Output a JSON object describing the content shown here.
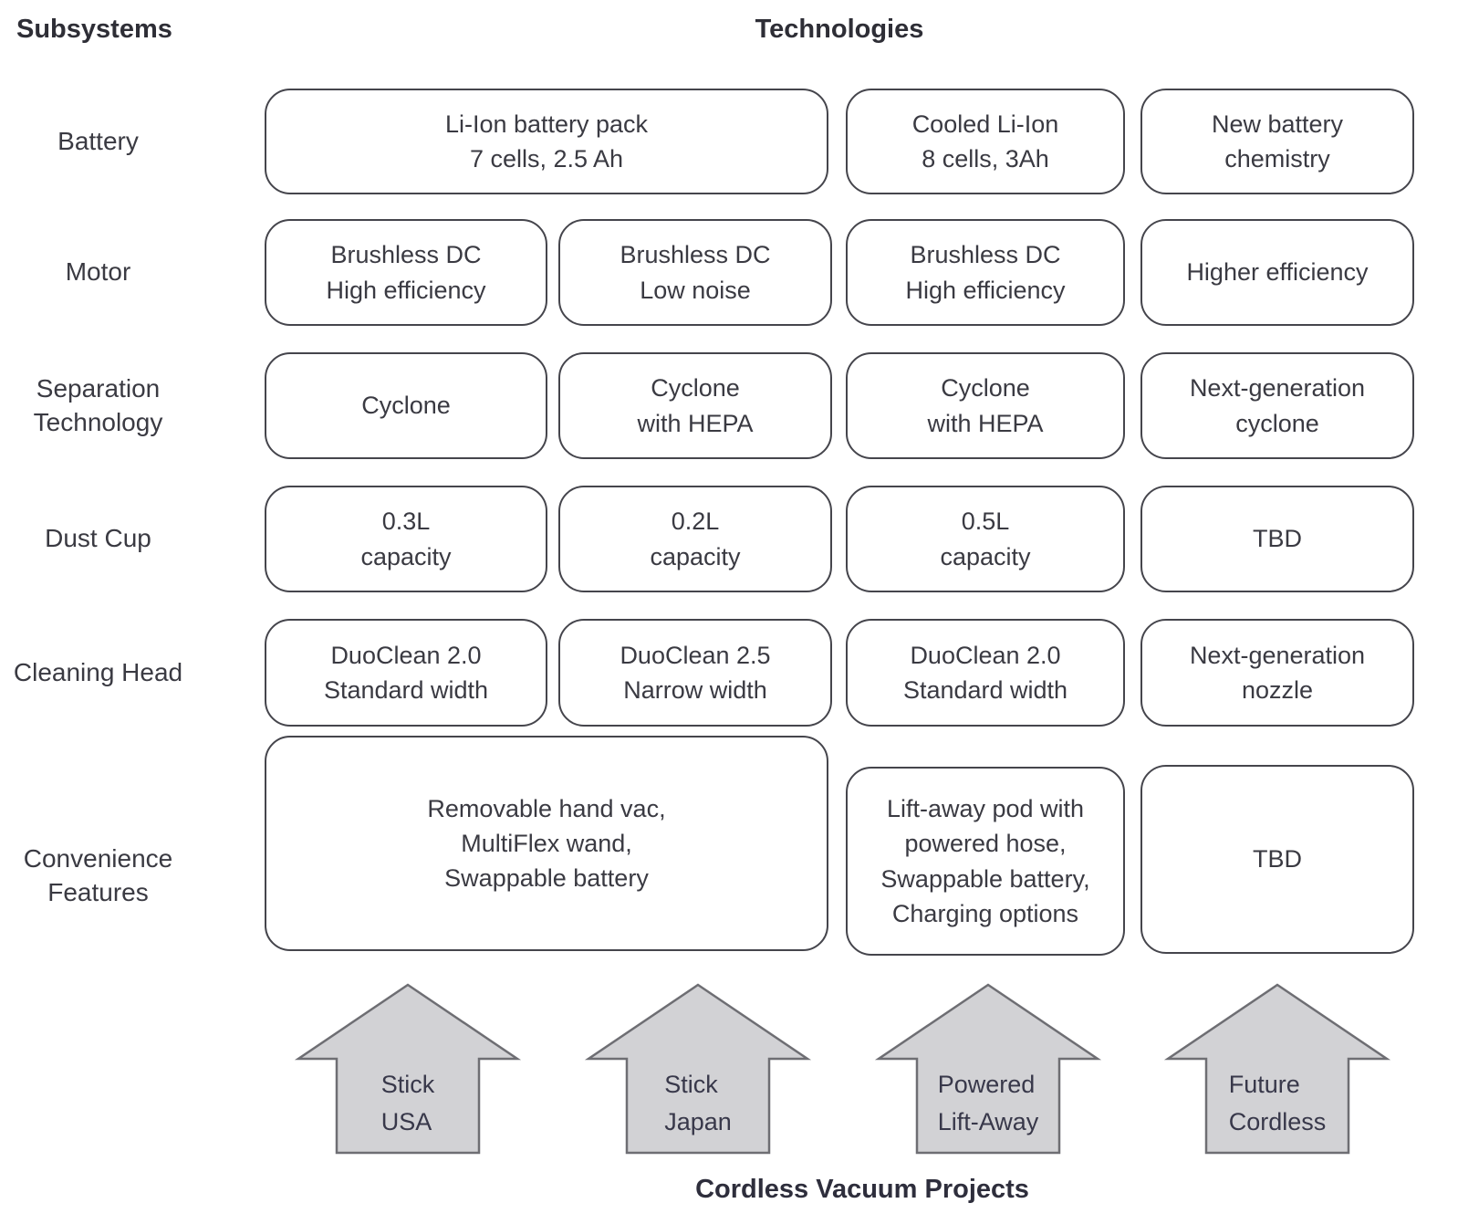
{
  "headers": {
    "subsystems": "Subsystems",
    "technologies": "Technologies"
  },
  "footer": "Cordless Vacuum Projects",
  "colors": {
    "background": "#ffffff",
    "box_border": "#45454c",
    "text": "#3a3a42",
    "arrow_fill": "#d2d2d5",
    "arrow_border": "#6e6e73"
  },
  "rows": [
    {
      "label": "Battery",
      "cells": [
        "Li-Ion battery pack\n7 cells, 2.5 Ah",
        "Cooled Li-Ion\n8 cells, 3Ah",
        "New battery\nchemistry"
      ]
    },
    {
      "label": "Motor",
      "cells": [
        "Brushless DC\nHigh efficiency",
        "Brushless DC\nLow noise",
        "Brushless DC\nHigh efficiency",
        "Higher efficiency"
      ]
    },
    {
      "label": "Separation\nTechnology",
      "cells": [
        "Cyclone",
        "Cyclone\nwith HEPA",
        "Cyclone\nwith HEPA",
        "Next-generation\ncyclone"
      ]
    },
    {
      "label": "Dust Cup",
      "cells": [
        "0.3L\ncapacity",
        "0.2L\ncapacity",
        "0.5L\ncapacity",
        "TBD"
      ]
    },
    {
      "label": "Cleaning Head",
      "cells": [
        "DuoClean 2.0\nStandard width",
        "DuoClean 2.5\nNarrow width",
        "DuoClean 2.0\nStandard width",
        "Next-generation\nnozzle"
      ]
    },
    {
      "label": "Convenience\nFeatures",
      "cells": [
        "Removable hand vac,\nMultiFlex wand,\nSwappable battery",
        "Lift-away pod with\npowered hose,\nSwappable battery,\nCharging options",
        "TBD"
      ]
    }
  ],
  "projects": [
    {
      "label": "Stick\nUSA"
    },
    {
      "label": "Stick\nJapan"
    },
    {
      "label": "Powered\nLift-Away"
    },
    {
      "label": "Future\nCordless"
    }
  ]
}
